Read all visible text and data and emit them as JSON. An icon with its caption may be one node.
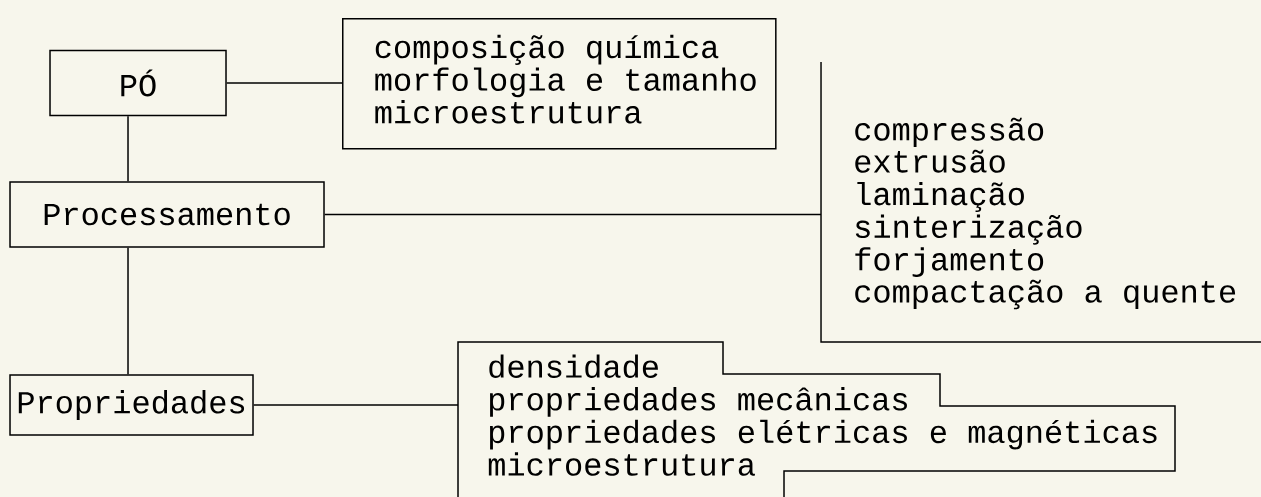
{
  "diagram": {
    "nodes": [
      {
        "text": [
          "PÓ"
        ]
      },
      {
        "text": [
          "composição química",
          "morfologia e tamanho",
          "microestrutura"
        ]
      },
      {
        "text": [
          "Processamento"
        ]
      },
      {
        "text": [
          "compressão",
          "extrusão",
          "laminação",
          "sinterização",
          "forjamento",
          "compactação a quente"
        ]
      },
      {
        "text": [
          "Propriedades"
        ]
      },
      {
        "text": [
          "densidade",
          "propriedades mecânicas",
          "propriedades elétricas e magnéticas",
          "microestrutura"
        ]
      }
    ],
    "edges": [
      {
        "from": 0,
        "to": 1,
        "arrow": "none"
      },
      {
        "from": 0,
        "to": 2,
        "arrow": "none"
      },
      {
        "from": 2,
        "to": 3,
        "arrow": "none"
      },
      {
        "from": 2,
        "to": 4,
        "arrow": "none"
      },
      {
        "from": 4,
        "to": 5,
        "arrow": "none"
      }
    ]
  }
}
